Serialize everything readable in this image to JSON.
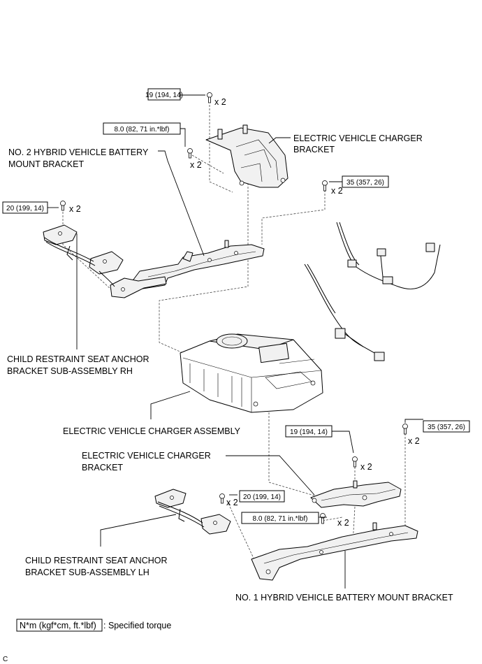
{
  "labels": {
    "ev_charger_bracket_upper_l1": "ELECTRIC VEHICLE CHARGER",
    "ev_charger_bracket_upper_l2": "BRACKET",
    "no2_mount_bracket_l1": "NO. 2 HYBRID VEHICLE BATTERY",
    "no2_mount_bracket_l2": "MOUNT BRACKET",
    "child_seat_rh_l1": "CHILD RESTRAINT SEAT ANCHOR",
    "child_seat_rh_l2": "BRACKET SUB-ASSEMBLY RH",
    "ev_charger_assembly": "ELECTRIC VEHICLE CHARGER ASSEMBLY",
    "ev_charger_bracket_lower_l1": "ELECTRIC VEHICLE CHARGER",
    "ev_charger_bracket_lower_l2": "BRACKET",
    "child_seat_lh_l1": "CHILD RESTRAINT SEAT ANCHOR",
    "child_seat_lh_l2": "BRACKET SUB-ASSEMBLY LH",
    "no1_mount_bracket": "NO. 1 HYBRID VEHICLE BATTERY MOUNT BRACKET"
  },
  "torques": {
    "t19_top": "19 (194, 14)",
    "t8_top": "8.0 (82, 71 in.*lbf)",
    "t35_mid": "35 (357, 26)",
    "t20_left": "20 (199, 14)",
    "t19_lower": "19 (194, 14)",
    "t35_lower": "35 (357, 26)",
    "t20_lower": "20 (199, 14)",
    "t8_lower": "8.0 (82, 71 in.*lbf)"
  },
  "quantities": {
    "q_t19_top": "x 2",
    "q_t8_top": "x 2",
    "q_t35_mid": "x 2",
    "q_t20_left": "x 2",
    "q_t19_lower": "x 2",
    "q_t35_lower": "x 2",
    "q_t20_lower": "x 2",
    "q_t8_lower": "x 2"
  },
  "legend": {
    "unit_box": "N*m (kgf*cm, ft.*lbf)",
    "description": ": Specified torque"
  },
  "corner_code": "C"
}
